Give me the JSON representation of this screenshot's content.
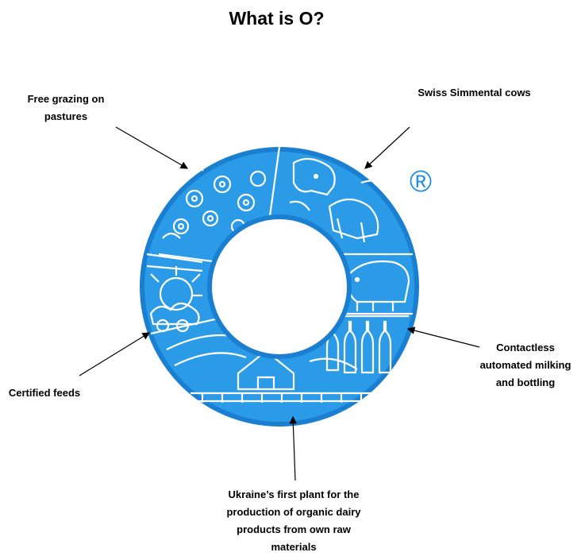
{
  "title": "What is O?",
  "callouts": {
    "grazing": "Free grazing on pastures",
    "cows": "Swiss Simmental cows",
    "milking": "Contactless automated milking and bottling",
    "feeds": "Certified feeds",
    "plant": "Ukraine’s first plant for the production of organic dairy products from own raw materials"
  },
  "logo": {
    "mark": "®",
    "color": "#1c8ee6",
    "ring_color": "#2b9be8",
    "ring_dark": "#1a7fd0"
  }
}
